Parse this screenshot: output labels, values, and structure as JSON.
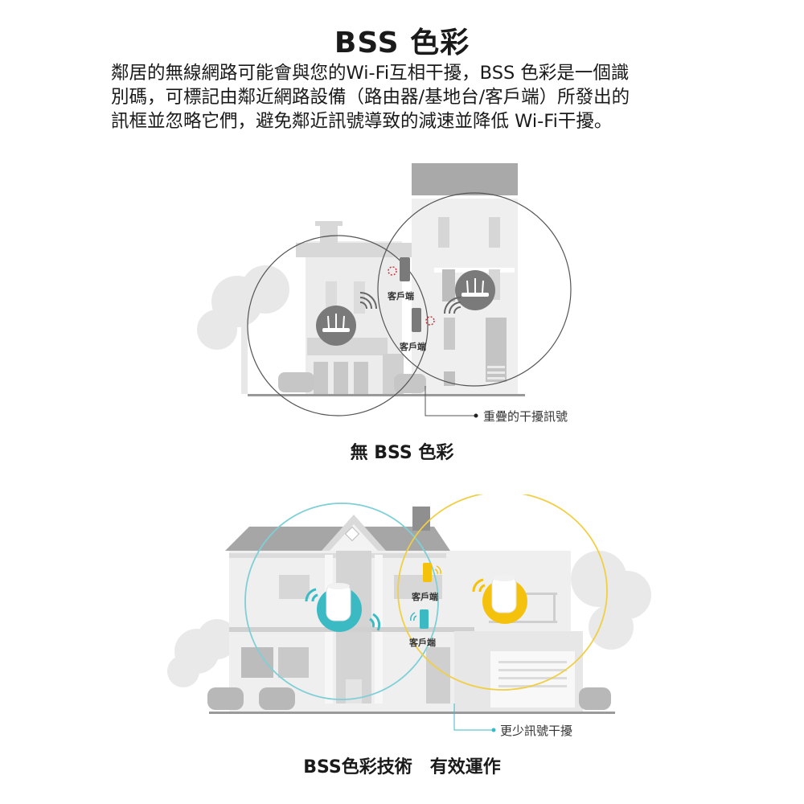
{
  "header": {
    "title": "BSS 色彩",
    "description_lines": [
      "鄰居的無線網路可能會與您的Wi-Fi互相干擾，BSS 色彩是一個識",
      "別碼，可標記由鄰近網路設備（路由器/基地台/客戶端）所發出的",
      "訊框並忽略它們，避免鄰近訊號導致的減速並降低 Wi-Fi干擾。"
    ]
  },
  "diagram_without": {
    "client_labels": [
      "客戶端",
      "客戶端"
    ],
    "annotation": "重疊的干擾訊號",
    "caption": "無 BSS 色彩",
    "icons": [
      "router-icon",
      "router-icon",
      "phone-icon",
      "phone-icon",
      "interference-icon",
      "wifi-waves-icon"
    ],
    "colors": {
      "circle": "#555555",
      "interference": "#d0303a",
      "router_bg": "#7a7a7a"
    }
  },
  "diagram_with": {
    "client_labels": [
      "客戶端",
      "客戶端"
    ],
    "annotation": "更少訊號干擾",
    "caption": "BSS色彩技術　有效運作",
    "icons": [
      "mesh-unit-icon",
      "mesh-unit-icon",
      "phone-icon",
      "phone-icon",
      "wifi-waves-icon"
    ],
    "colors": {
      "teal": "#3bbac4",
      "yellow": "#f4c20d",
      "teal_circle": "#7fcfd6",
      "yellow_circle": "#f0cf45"
    }
  }
}
